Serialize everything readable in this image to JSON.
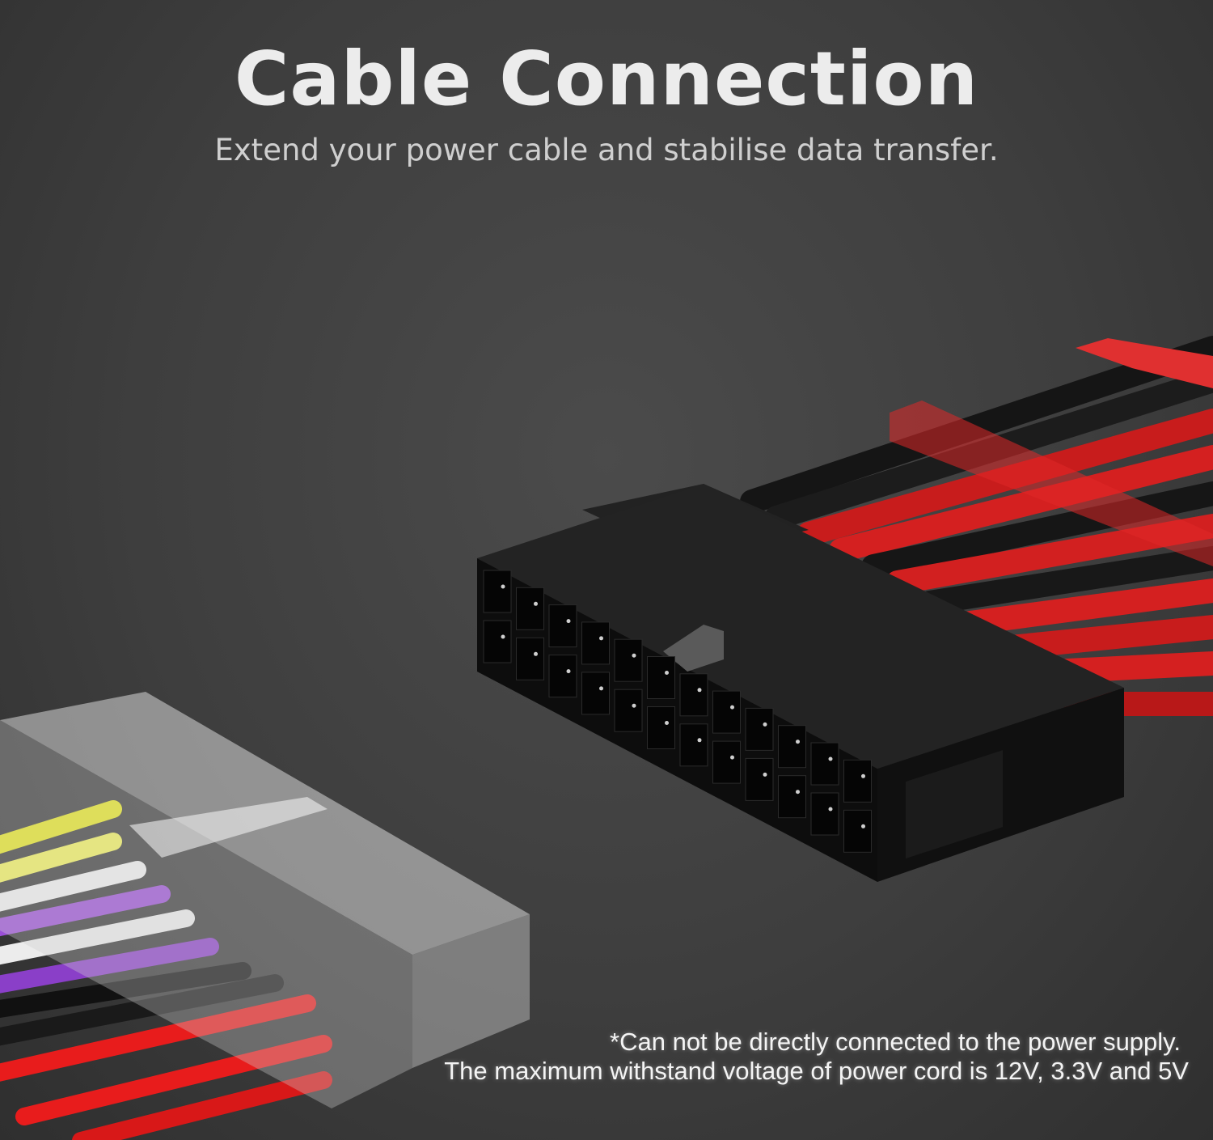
{
  "header": {
    "title": "Cable Connection",
    "subtitle": "Extend your power cable and stabilise data transfer."
  },
  "footnote": {
    "line1": "*Can not be directly connected to the power supply.",
    "line2": "The maximum withstand voltage of power cord is 12V, 3.3V and 5V"
  },
  "colors": {
    "background": "#3e3e3e",
    "sleeve_red": "#d42020",
    "sleeve_black": "#1a1a1a",
    "connector_black": "#141414"
  }
}
